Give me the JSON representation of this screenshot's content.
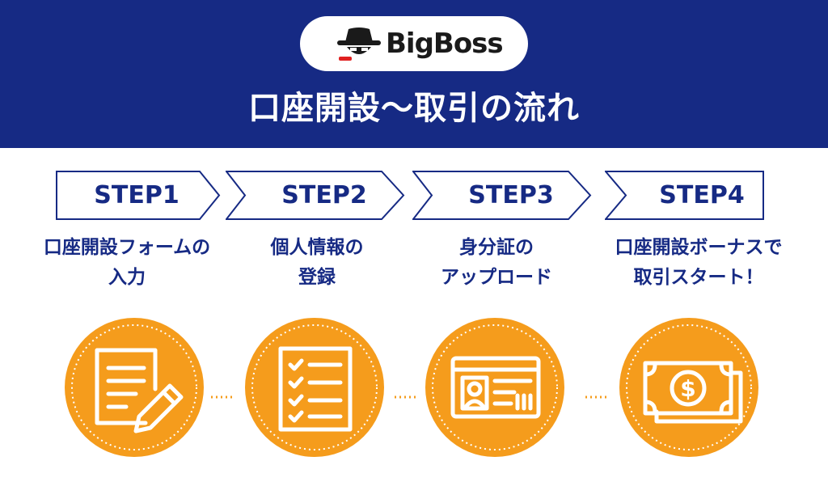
{
  "header": {
    "logo_text": "BigBoss",
    "title": "口座開設〜取引の流れ"
  },
  "colors": {
    "navy": "#162a84",
    "orange": "#f59c1c",
    "white": "#ffffff",
    "logo_red": "#e02020"
  },
  "steps": [
    {
      "label": "STEP1",
      "desc_line1": "口座開設フォームの",
      "desc_line2": "入力",
      "icon": "document-pencil-icon"
    },
    {
      "label": "STEP2",
      "desc_line1": "個人情報の",
      "desc_line2": "登録",
      "icon": "checklist-icon"
    },
    {
      "label": "STEP3",
      "desc_line1": "身分証の",
      "desc_line2": "アップロード",
      "icon": "id-card-icon"
    },
    {
      "label": "STEP4",
      "desc_line1": "口座開設ボーナスで",
      "desc_line2": "取引スタート！",
      "icon": "dollar-bills-icon"
    }
  ]
}
